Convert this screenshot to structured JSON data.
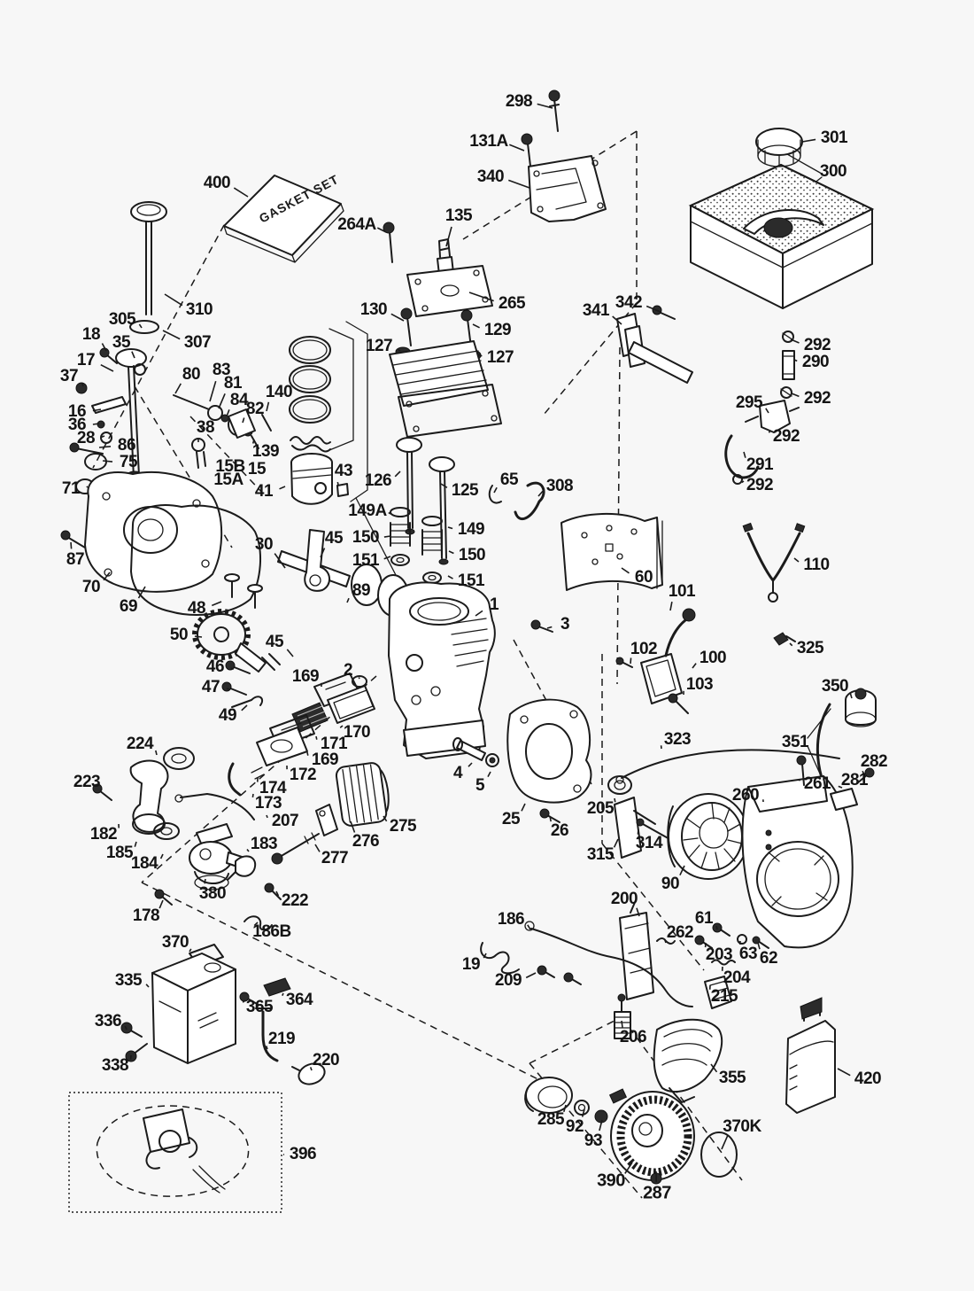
{
  "art": {
    "gasket_set_text": "GASKET SET"
  },
  "colors": {
    "background": "#f7f7f7",
    "line": "#1b1b1b",
    "label": "#141414"
  },
  "callout_fields": [
    "text",
    "x",
    "y",
    "leader_x",
    "leader_y",
    "bold"
  ],
  "callouts": [
    [
      "298",
      586,
      115,
      624,
      122
    ],
    [
      "131A",
      552,
      160,
      592,
      170
    ],
    [
      "340",
      554,
      200,
      598,
      212
    ],
    [
      "301",
      942,
      156,
      906,
      160
    ],
    [
      "300",
      941,
      194,
      null,
      null
    ],
    [
      "400",
      245,
      207,
      280,
      222
    ],
    [
      "264A",
      403,
      254,
      436,
      262
    ],
    [
      "135",
      518,
      244,
      504,
      278
    ],
    [
      "310",
      225,
      350,
      186,
      332
    ],
    [
      "305",
      138,
      361,
      160,
      370
    ],
    [
      "307",
      223,
      387,
      184,
      373
    ],
    [
      "130",
      422,
      350,
      456,
      362
    ],
    [
      "265",
      578,
      343,
      530,
      330
    ],
    [
      "129",
      562,
      373,
      534,
      366
    ],
    [
      "127",
      428,
      391,
      452,
      396
    ],
    [
      "127",
      565,
      404,
      540,
      400
    ],
    [
      "342",
      710,
      342,
      746,
      352
    ],
    [
      "341",
      673,
      351,
      702,
      366
    ],
    [
      "292",
      923,
      390,
      893,
      383
    ],
    [
      "290",
      921,
      409,
      897,
      406
    ],
    [
      "292",
      923,
      450,
      894,
      444
    ],
    [
      "295",
      846,
      455,
      868,
      466
    ],
    [
      "292",
      888,
      493,
      870,
      486
    ],
    [
      "291",
      858,
      525,
      840,
      510
    ],
    [
      "292",
      858,
      548,
      840,
      543
    ],
    [
      "18",
      103,
      378,
      120,
      396
    ],
    [
      "35",
      137,
      387,
      152,
      404
    ],
    [
      "17",
      97,
      407,
      128,
      419
    ],
    [
      "37",
      78,
      425,
      94,
      436
    ],
    [
      "80",
      216,
      423,
      198,
      444
    ],
    [
      "83",
      250,
      418,
      237,
      453
    ],
    [
      "81",
      263,
      433,
      247,
      461
    ],
    [
      "84",
      270,
      452,
      256,
      470
    ],
    [
      "82",
      288,
      462,
      274,
      477
    ],
    [
      "140",
      315,
      443,
      301,
      464
    ],
    [
      "16",
      87,
      465,
      114,
      462
    ],
    [
      "36",
      87,
      480,
      112,
      478
    ],
    [
      "28",
      97,
      495,
      118,
      492
    ],
    [
      "86",
      143,
      503,
      112,
      505
    ],
    [
      "38",
      232,
      483,
      224,
      499
    ],
    [
      "75",
      145,
      522,
      116,
      520
    ],
    [
      "15B",
      260,
      527,
      null,
      null
    ],
    [
      "15A",
      258,
      542,
      null,
      null
    ],
    [
      "15",
      290,
      530,
      null,
      null
    ],
    [
      "139",
      300,
      510,
      287,
      496
    ],
    [
      "41",
      298,
      555,
      322,
      549
    ],
    [
      "43",
      388,
      532,
      382,
      547
    ],
    [
      "71",
      80,
      552,
      99,
      549
    ],
    [
      "87",
      85,
      632,
      80,
      612
    ],
    [
      "126",
      427,
      543,
      452,
      532
    ],
    [
      "125",
      525,
      554,
      498,
      546
    ],
    [
      "65",
      575,
      542,
      558,
      556
    ],
    [
      "308",
      632,
      549,
      608,
      560
    ],
    [
      "149A",
      415,
      577,
      441,
      580
    ],
    [
      "150",
      413,
      607,
      441,
      605
    ],
    [
      "151",
      413,
      633,
      441,
      628
    ],
    [
      "149",
      532,
      598,
      506,
      595
    ],
    [
      "150",
      533,
      627,
      507,
      622
    ],
    [
      "151",
      532,
      656,
      506,
      650
    ],
    [
      "60",
      727,
      652,
      702,
      641
    ],
    [
      "110",
      922,
      638,
      897,
      630
    ],
    [
      "30",
      298,
      615,
      322,
      641
    ],
    [
      "45",
      377,
      608,
      362,
      629
    ],
    [
      "89",
      408,
      667,
      392,
      680
    ],
    [
      "45",
      310,
      725,
      331,
      741
    ],
    [
      "48",
      222,
      687,
      250,
      679
    ],
    [
      "50",
      202,
      717,
      228,
      719
    ],
    [
      "46",
      243,
      753,
      264,
      755
    ],
    [
      "47",
      238,
      776,
      260,
      778
    ],
    [
      "49",
      257,
      808,
      279,
      796
    ],
    [
      "70",
      103,
      663,
      124,
      646
    ],
    [
      "69",
      145,
      685,
      164,
      662
    ],
    [
      "1",
      558,
      683,
      537,
      695
    ],
    [
      "3",
      638,
      705,
      618,
      709
    ],
    [
      "2",
      393,
      757,
      406,
      766
    ],
    [
      "169",
      345,
      764,
      363,
      775
    ],
    [
      "170",
      403,
      827,
      387,
      819
    ],
    [
      "171",
      377,
      840,
      357,
      831
    ],
    [
      "169",
      367,
      858,
      347,
      849
    ],
    [
      "172",
      342,
      875,
      324,
      864
    ],
    [
      "174",
      308,
      890,
      291,
      878
    ],
    [
      "173",
      303,
      907,
      286,
      896
    ],
    [
      "207",
      322,
      927,
      301,
      920
    ],
    [
      "183",
      298,
      953,
      281,
      961
    ],
    [
      "224",
      158,
      840,
      177,
      852
    ],
    [
      "223",
      98,
      883,
      113,
      894
    ],
    [
      "182",
      117,
      942,
      134,
      930
    ],
    [
      "185",
      135,
      963,
      154,
      950
    ],
    [
      "184",
      163,
      975,
      184,
      964
    ],
    [
      "380",
      240,
      1009,
      232,
      992
    ],
    [
      "222",
      333,
      1017,
      312,
      1006
    ],
    [
      "178",
      165,
      1034,
      184,
      1016
    ],
    [
      "186B",
      307,
      1052,
      291,
      1041
    ],
    [
      "370",
      198,
      1064,
      214,
      1074
    ],
    [
      "335",
      145,
      1107,
      168,
      1114
    ],
    [
      "364",
      338,
      1129,
      320,
      1121
    ],
    [
      "365",
      293,
      1137,
      277,
      1129
    ],
    [
      "336",
      122,
      1153,
      143,
      1162
    ],
    [
      "338",
      130,
      1203,
      148,
      1191
    ],
    [
      "219",
      318,
      1173,
      302,
      1184
    ],
    [
      "220",
      368,
      1197,
      352,
      1208
    ],
    [
      "396",
      342,
      1303,
      320,
      1303
    ],
    [
      "102",
      727,
      733,
      712,
      749
    ],
    [
      "101",
      770,
      668,
      757,
      689
    ],
    [
      "100",
      805,
      743,
      782,
      754
    ],
    [
      "103",
      790,
      773,
      772,
      784
    ],
    [
      "325",
      915,
      732,
      892,
      726
    ],
    [
      "350",
      943,
      775,
      962,
      788
    ],
    [
      "351",
      898,
      838,
      null,
      null
    ],
    [
      "323",
      765,
      835,
      747,
      845
    ],
    [
      "282",
      987,
      860,
      976,
      874
    ],
    [
      "281",
      965,
      881,
      951,
      889
    ],
    [
      "261",
      923,
      885,
      903,
      879
    ],
    [
      "260",
      842,
      898,
      862,
      905
    ],
    [
      "4",
      517,
      873,
      533,
      861
    ],
    [
      "5",
      542,
      887,
      554,
      871
    ],
    [
      "25",
      577,
      925,
      593,
      907
    ],
    [
      "26",
      632,
      938,
      621,
      921
    ],
    [
      "205",
      678,
      913,
      694,
      901
    ],
    [
      "315",
      678,
      965,
      698,
      947
    ],
    [
      "314",
      733,
      952,
      721,
      936
    ],
    [
      "90",
      757,
      998,
      773,
      977
    ],
    [
      "275",
      455,
      933,
      433,
      921
    ],
    [
      "276",
      413,
      950,
      396,
      927
    ],
    [
      "277",
      378,
      969,
      356,
      953
    ],
    [
      "200",
      705,
      1015,
      722,
      1034
    ],
    [
      "262",
      768,
      1053,
      752,
      1064
    ],
    [
      "61",
      795,
      1037,
      810,
      1049
    ],
    [
      "203",
      812,
      1078,
      797,
      1064
    ],
    [
      "63",
      845,
      1077,
      836,
      1062
    ],
    [
      "62",
      868,
      1082,
      856,
      1064
    ],
    [
      "204",
      832,
      1104,
      816,
      1091
    ],
    [
      "215",
      818,
      1125,
      802,
      1112
    ],
    [
      "186",
      577,
      1038,
      599,
      1049
    ],
    [
      "19",
      532,
      1089,
      549,
      1076
    ],
    [
      "209",
      574,
      1107,
      605,
      1098
    ],
    [
      "206",
      715,
      1171,
      702,
      1152
    ],
    [
      "355",
      827,
      1217,
      803,
      1201
    ],
    [
      "420",
      980,
      1218,
      946,
      1206
    ],
    [
      "285",
      622,
      1264,
      639,
      1247
    ],
    [
      "92",
      649,
      1272,
      660,
      1252
    ],
    [
      "93",
      670,
      1288,
      680,
      1264
    ],
    [
      "390",
      690,
      1333,
      714,
      1312,
      true
    ],
    [
      "287",
      742,
      1347,
      741,
      1322,
      true
    ],
    [
      "370K",
      838,
      1272,
      815,
      1297
    ]
  ]
}
